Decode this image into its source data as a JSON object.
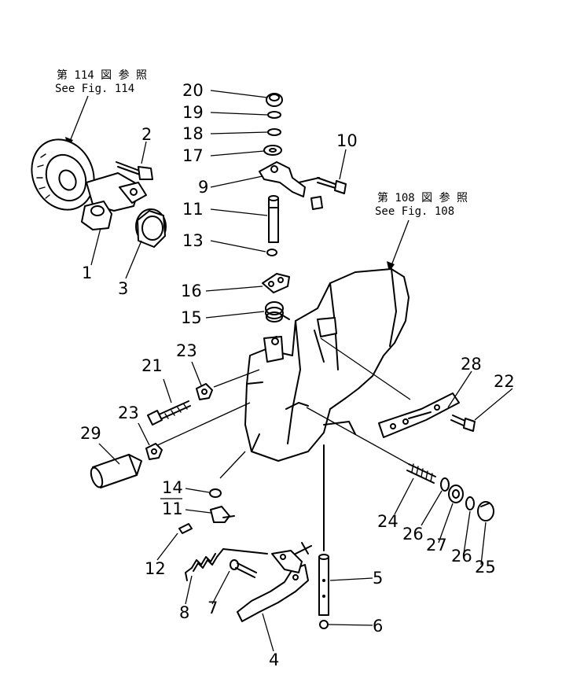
{
  "refs": {
    "fig114_jp": "第 114 図 参 照",
    "fig114_en": "See Fig. 114",
    "fig108_jp": "第 108 図 参 照",
    "fig108_en": "See Fig. 108"
  },
  "callouts": {
    "c1": "1",
    "c2": "2",
    "c3": "3",
    "c4": "4",
    "c5": "5",
    "c6": "6",
    "c7": "7",
    "c8": "8",
    "c9": "9",
    "c10": "10",
    "c11a": "11",
    "c11b": "11",
    "c12": "12",
    "c13": "13",
    "c14": "14",
    "c15": "15",
    "c16": "16",
    "c17": "17",
    "c18": "18",
    "c19": "19",
    "c20": "20",
    "c21": "21",
    "c22": "22",
    "c23a": "23",
    "c23b": "23",
    "c24": "24",
    "c25": "25",
    "c26a": "26",
    "c26b": "26",
    "c27": "27",
    "c28": "28",
    "c29": "29"
  }
}
